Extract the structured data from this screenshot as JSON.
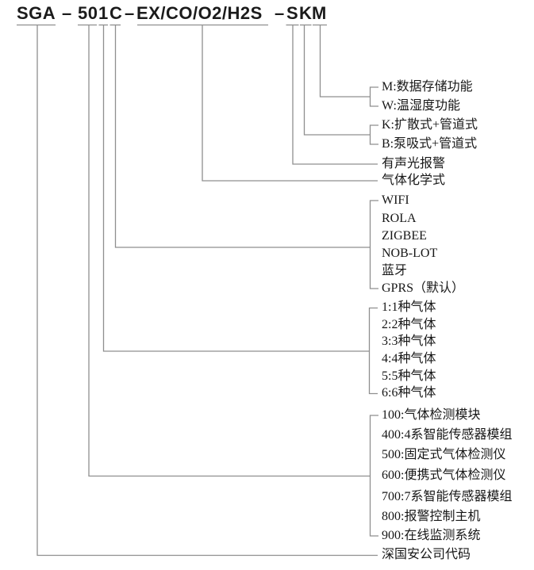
{
  "model_code": {
    "family": "SGA",
    "separator": "–",
    "series_digits": "50",
    "gas_count_digit": "1",
    "comm_letter": "C",
    "gas_formula": "EX/CO/O2/H2S",
    "alarm_letter": "S",
    "sampling_letter": "K",
    "storage_letter": "M"
  },
  "legend": {
    "storage_options": [
      "M:数据存储功能",
      "W:温湿度功能"
    ],
    "sampling_options": [
      "K:扩散式+管道式",
      "B:泵吸式+管道式"
    ],
    "alarm_label": "有声光报警",
    "gas_formula_label": "气体化学式",
    "comm_options": [
      "WIFI",
      "ROLA",
      "ZIGBEE",
      "NOB-LOT",
      "蓝牙",
      "GPRS（默认）"
    ],
    "gas_count_options": [
      "1:1种气体",
      "2:2种气体",
      "3:3种气体",
      "4:4种气体",
      "5:5种气体",
      "6:6种气体"
    ],
    "series_options": [
      "100:气体检测模块",
      "400:4系智能传感器模组",
      "500:固定式气体检测仪",
      "600:便携式气体检测仪",
      "700:7系智能传感器模组",
      "800:报警控制主机",
      "900:在线监测系统"
    ],
    "company_label": "深国安公司代码"
  },
  "colors": {
    "line": "#8f8f8f",
    "text": "#171717"
  }
}
